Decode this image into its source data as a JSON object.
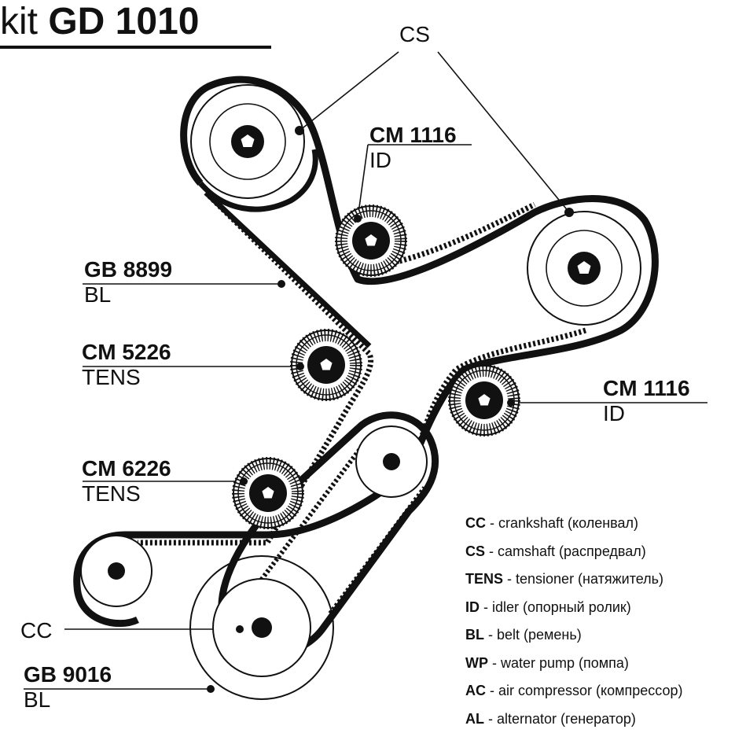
{
  "title": {
    "prefix": "kit",
    "code": "GD 1010"
  },
  "labels": {
    "cs": "CS",
    "cc": "CC",
    "idler_top": {
      "code": "CM 1116",
      "role": "ID"
    },
    "idler_right": {
      "code": "CM 1116",
      "role": "ID"
    },
    "belt_timing": {
      "code": "GB 8899",
      "role": "BL"
    },
    "tensioner_1": {
      "code": "CM 5226",
      "role": "TENS"
    },
    "tensioner_2": {
      "code": "CM 6226",
      "role": "TENS"
    },
    "belt_aux": {
      "code": "GB 9016",
      "role": "BL"
    }
  },
  "legend": [
    {
      "abbr": "CC",
      "text": " - crankshaft (коленвал)"
    },
    {
      "abbr": "CS",
      "text": " - camshaft (распредвал)"
    },
    {
      "abbr": "TENS",
      "text": " - tensioner (натяжитель)"
    },
    {
      "abbr": "ID",
      "text": " - idler (опорный ролик)"
    },
    {
      "abbr": "BL",
      "text": " - belt (ремень)"
    },
    {
      "abbr": "WP",
      "text": " - water pump (помпа)"
    },
    {
      "abbr": "AC",
      "text": " - air compressor (компрессор)"
    },
    {
      "abbr": "AL",
      "text": " - alternator (генератор)"
    }
  ]
}
